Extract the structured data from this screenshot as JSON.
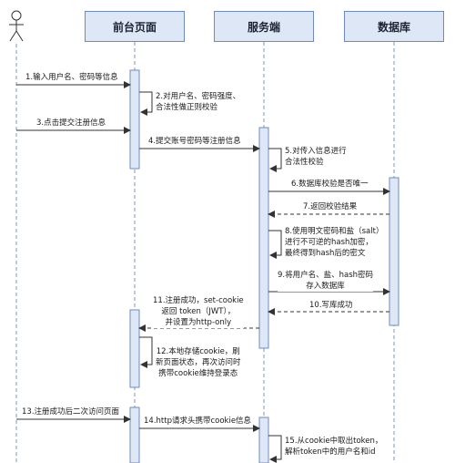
{
  "participants": {
    "frontend": "前台页面",
    "server": "服务端",
    "database": "数据库"
  },
  "messages": {
    "m1": "1.输入用户名、密码等信息",
    "m2": "2.对用户名、密码强度、\n合法性做正则校验",
    "m3": "3.点击提交注册信息",
    "m4": "4.提交账号密码等注册信息",
    "m5": "5.对传入信息进行\n合法性校验",
    "m6": "6.数据库校验是否唯一",
    "m7": "7.返回校验结果",
    "m8": "8.使用明文密码和盐（salt）\n进行不可逆的hash加密，\n最终得到hash后的密文",
    "m9": "9.将用户名、盐、hash密码\n存入数据库",
    "m10": "10.写库成功",
    "m11": "11.注册成功，set-cookie\n返回 token（JWT），\n并设置为http-only",
    "m12": "12.本地存储cookie，刷\n新页面状态，再次访问时\n携带cookie维持登录态",
    "m13": "13.注册成功后二次访问页面",
    "m14": "14.http请求头携带cookie信息",
    "m15": "15.从cookie中取出token，\n解析token中的用户名和id"
  },
  "colors": {
    "header_fill": "#dde7f6",
    "header_border": "#6d8bc0",
    "lifeline": "#7f95bd",
    "activation_fill": "#dde7f6",
    "arrow": "#333333"
  }
}
